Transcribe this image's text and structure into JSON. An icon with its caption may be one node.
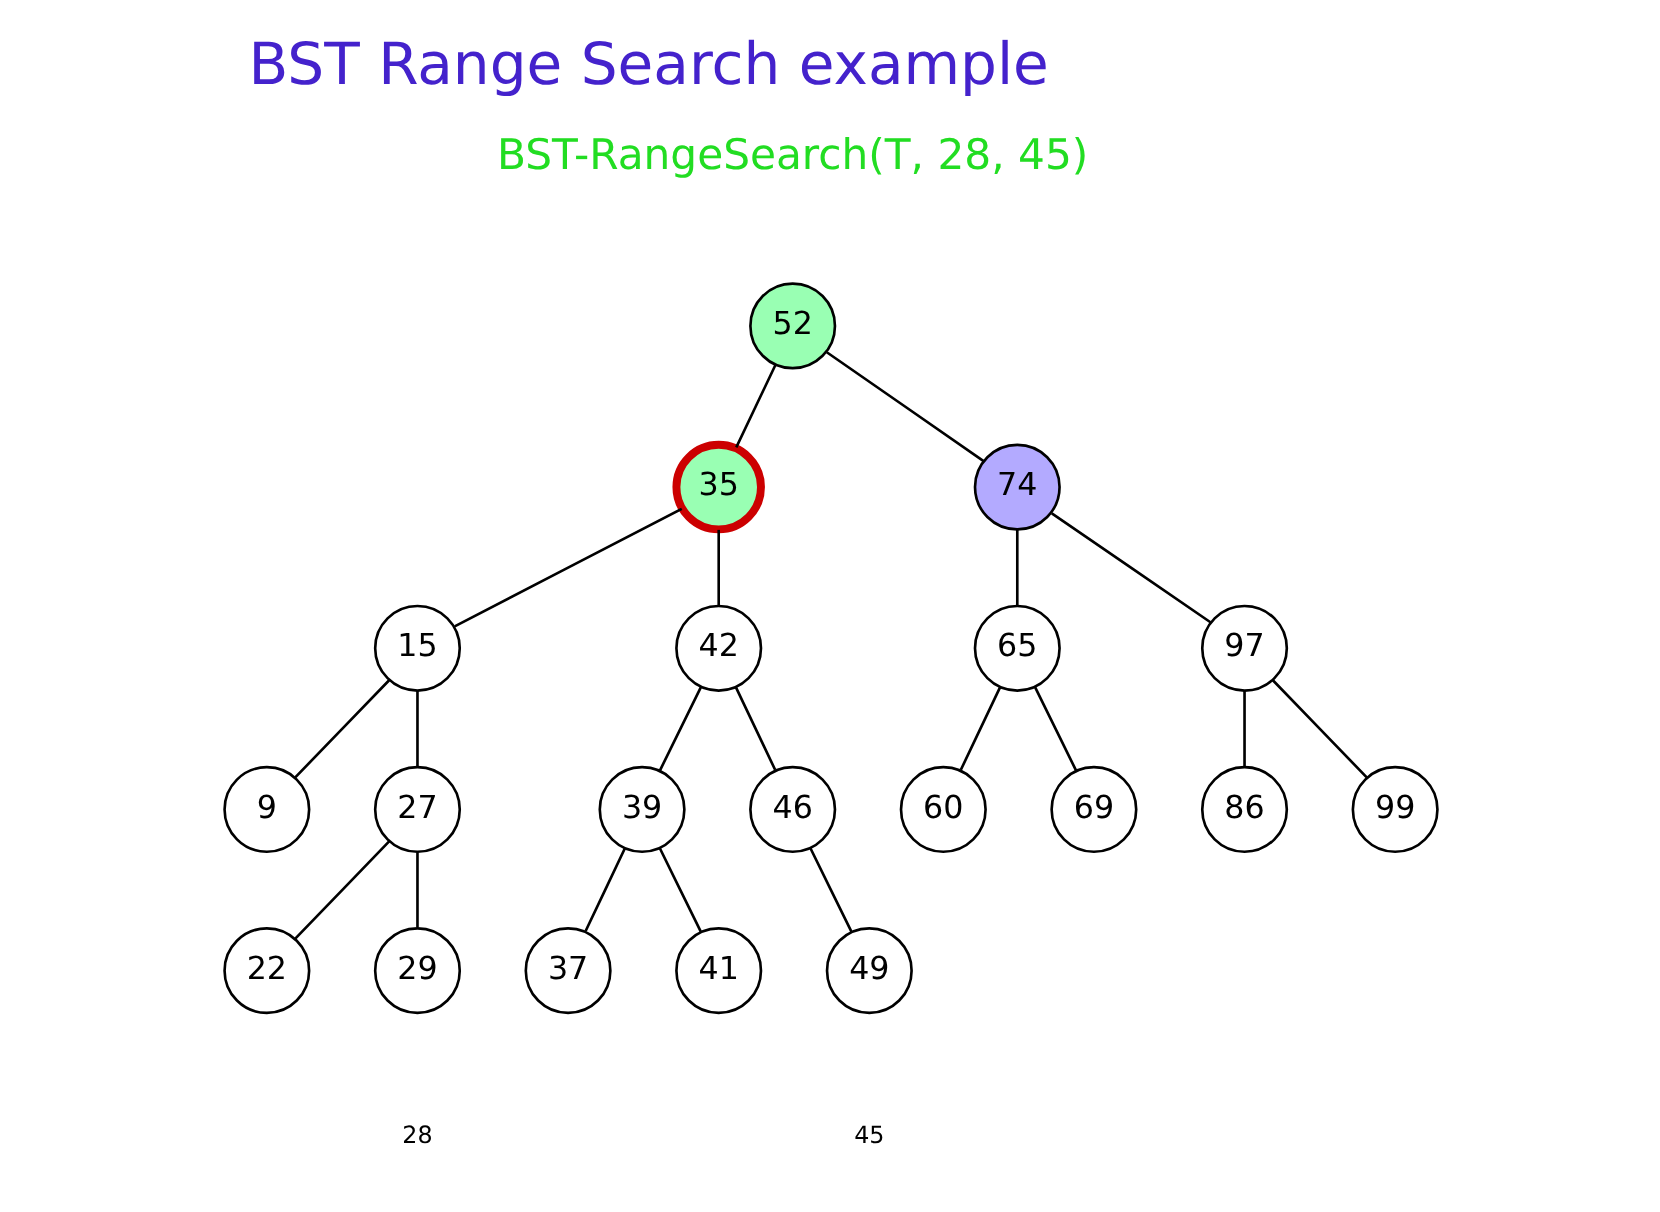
{
  "diagram": {
    "title": "BST Range Search example",
    "nodes": [
      {
        "text": [
          "52"
        ]
      },
      {
        "text": [
          "35"
        ]
      },
      {
        "text": [
          "74"
        ]
      },
      {
        "text": [
          "15"
        ]
      },
      {
        "text": [
          "42"
        ]
      },
      {
        "text": [
          "65"
        ]
      },
      {
        "text": [
          "97"
        ]
      },
      {
        "text": [
          "9"
        ]
      },
      {
        "text": [
          "27"
        ]
      },
      {
        "text": [
          "39"
        ]
      },
      {
        "text": [
          "46"
        ]
      },
      {
        "text": [
          "60"
        ]
      },
      {
        "text": [
          "69"
        ]
      },
      {
        "text": [
          "86"
        ]
      },
      {
        "text": [
          "99"
        ]
      },
      {
        "text": [
          "22"
        ]
      },
      {
        "text": [
          "29"
        ]
      },
      {
        "text": [
          "37"
        ]
      },
      {
        "text": [
          "41"
        ]
      },
      {
        "text": [
          "49"
        ]
      }
    ],
    "edges": [
      {
        "from": 0,
        "to": 1,
        "arrow": "none"
      },
      {
        "from": 0,
        "to": 2,
        "arrow": "none"
      },
      {
        "from": 1,
        "to": 3,
        "arrow": "none"
      },
      {
        "from": 1,
        "to": 4,
        "arrow": "none"
      },
      {
        "from": 2,
        "to": 5,
        "arrow": "none"
      },
      {
        "from": 2,
        "to": 6,
        "arrow": "none"
      },
      {
        "from": 3,
        "to": 7,
        "arrow": "none"
      },
      {
        "from": 3,
        "to": 8,
        "arrow": "none"
      },
      {
        "from": 4,
        "to": 9,
        "arrow": "none"
      },
      {
        "from": 4,
        "to": 10,
        "arrow": "none"
      },
      {
        "from": 5,
        "to": 11,
        "arrow": "none"
      },
      {
        "from": 5,
        "to": 12,
        "arrow": "none"
      },
      {
        "from": 6,
        "to": 13,
        "arrow": "none"
      },
      {
        "from": 6,
        "to": 14,
        "arrow": "none"
      },
      {
        "from": 8,
        "to": 15,
        "arrow": "none"
      },
      {
        "from": 8,
        "to": 16,
        "arrow": "none"
      },
      {
        "from": 9,
        "to": 17,
        "arrow": "none"
      },
      {
        "from": 9,
        "to": 18,
        "arrow": "none"
      },
      {
        "from": 10,
        "to": 19,
        "arrow": "none"
      }
    ],
    "labels": [
      "BST-RangeSearch(T, 28, 45)",
      "28",
      "45"
    ]
  }
}
